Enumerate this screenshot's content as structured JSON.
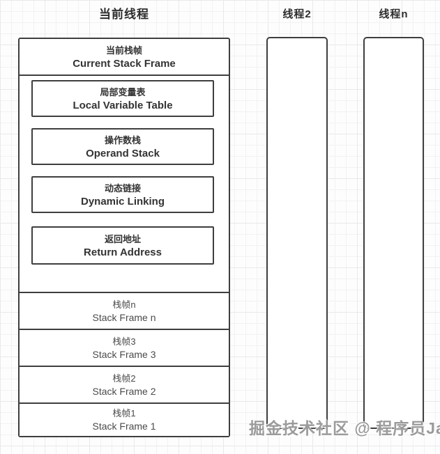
{
  "diagram": {
    "current_thread": {
      "title": "当前线程",
      "current_stack_frame": {
        "zh": "当前栈帧",
        "en": "Current Stack Frame"
      },
      "frame_components": [
        {
          "zh": "局部变量表",
          "en": "Local Variable Table"
        },
        {
          "zh": "操作数栈",
          "en": "Operand Stack"
        },
        {
          "zh": "动态链接",
          "en": "Dynamic Linking"
        },
        {
          "zh": "返回地址",
          "en": "Return Address"
        }
      ],
      "stack_frames": [
        {
          "zh": "栈帧n",
          "en": "Stack Frame n"
        },
        {
          "zh": "栈帧3",
          "en": "Stack Frame 3"
        },
        {
          "zh": "栈帧2",
          "en": "Stack Frame 2"
        },
        {
          "zh": "栈帧1",
          "en": "Stack Frame 1"
        }
      ]
    },
    "other_threads": [
      {
        "title": "线程2"
      },
      {
        "title": "线程n"
      }
    ]
  },
  "watermark": "掘金技术社区 @ 程序员Jacks",
  "colors": {
    "border": "#3e3e3e",
    "text_dark": "#333333",
    "text_medium": "#4a4a4a",
    "watermark": "#9b9b9b",
    "grid_minor": "#f2f2f2",
    "grid_major": "#e9e9e9",
    "background": "#fdfdfd",
    "box_fill": "#ffffff"
  }
}
